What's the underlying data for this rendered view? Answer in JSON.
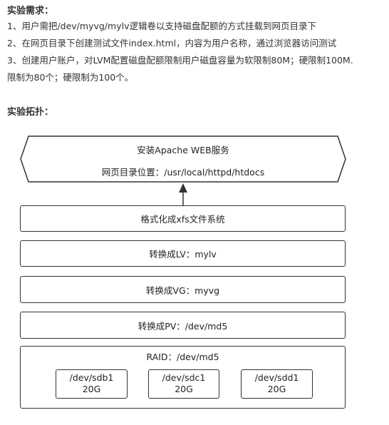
{
  "requirements": {
    "heading": "实验需求：",
    "items": [
      "1、用户需把/dev/myvg/mylv逻辑卷以支持磁盘配额的方式挂载到网页目录下",
      "2、在网页目录下创建测试文件index.html，内容为用户名称，通过浏览器访问测试",
      "3、创建用户账户，对LVM配置磁盘配额限制用户磁盘容量为软限制80M；硬限制100M.",
      "限制为80个；硬限制为100个。"
    ]
  },
  "topology": {
    "heading": "实验拓扑：",
    "apache": {
      "line1": "安装Apache WEB服务",
      "line2": "网页目录位置：/usr/local/httpd/htdocs"
    },
    "layers": [
      "格式化成xfs文件系统",
      "转换成LV：mylv",
      "转换成VG：myvg",
      "转换成PV：/dev/md5"
    ],
    "raid": {
      "label": "RAID：/dev/md5",
      "disks": [
        {
          "name": "/dev/sdb1",
          "size": "20G"
        },
        {
          "name": "/dev/sdc1",
          "size": "20G"
        },
        {
          "name": "/dev/sdd1",
          "size": "20G"
        }
      ]
    }
  },
  "colors": {
    "text": "#333333",
    "border": "#333333",
    "background": "#ffffff"
  }
}
